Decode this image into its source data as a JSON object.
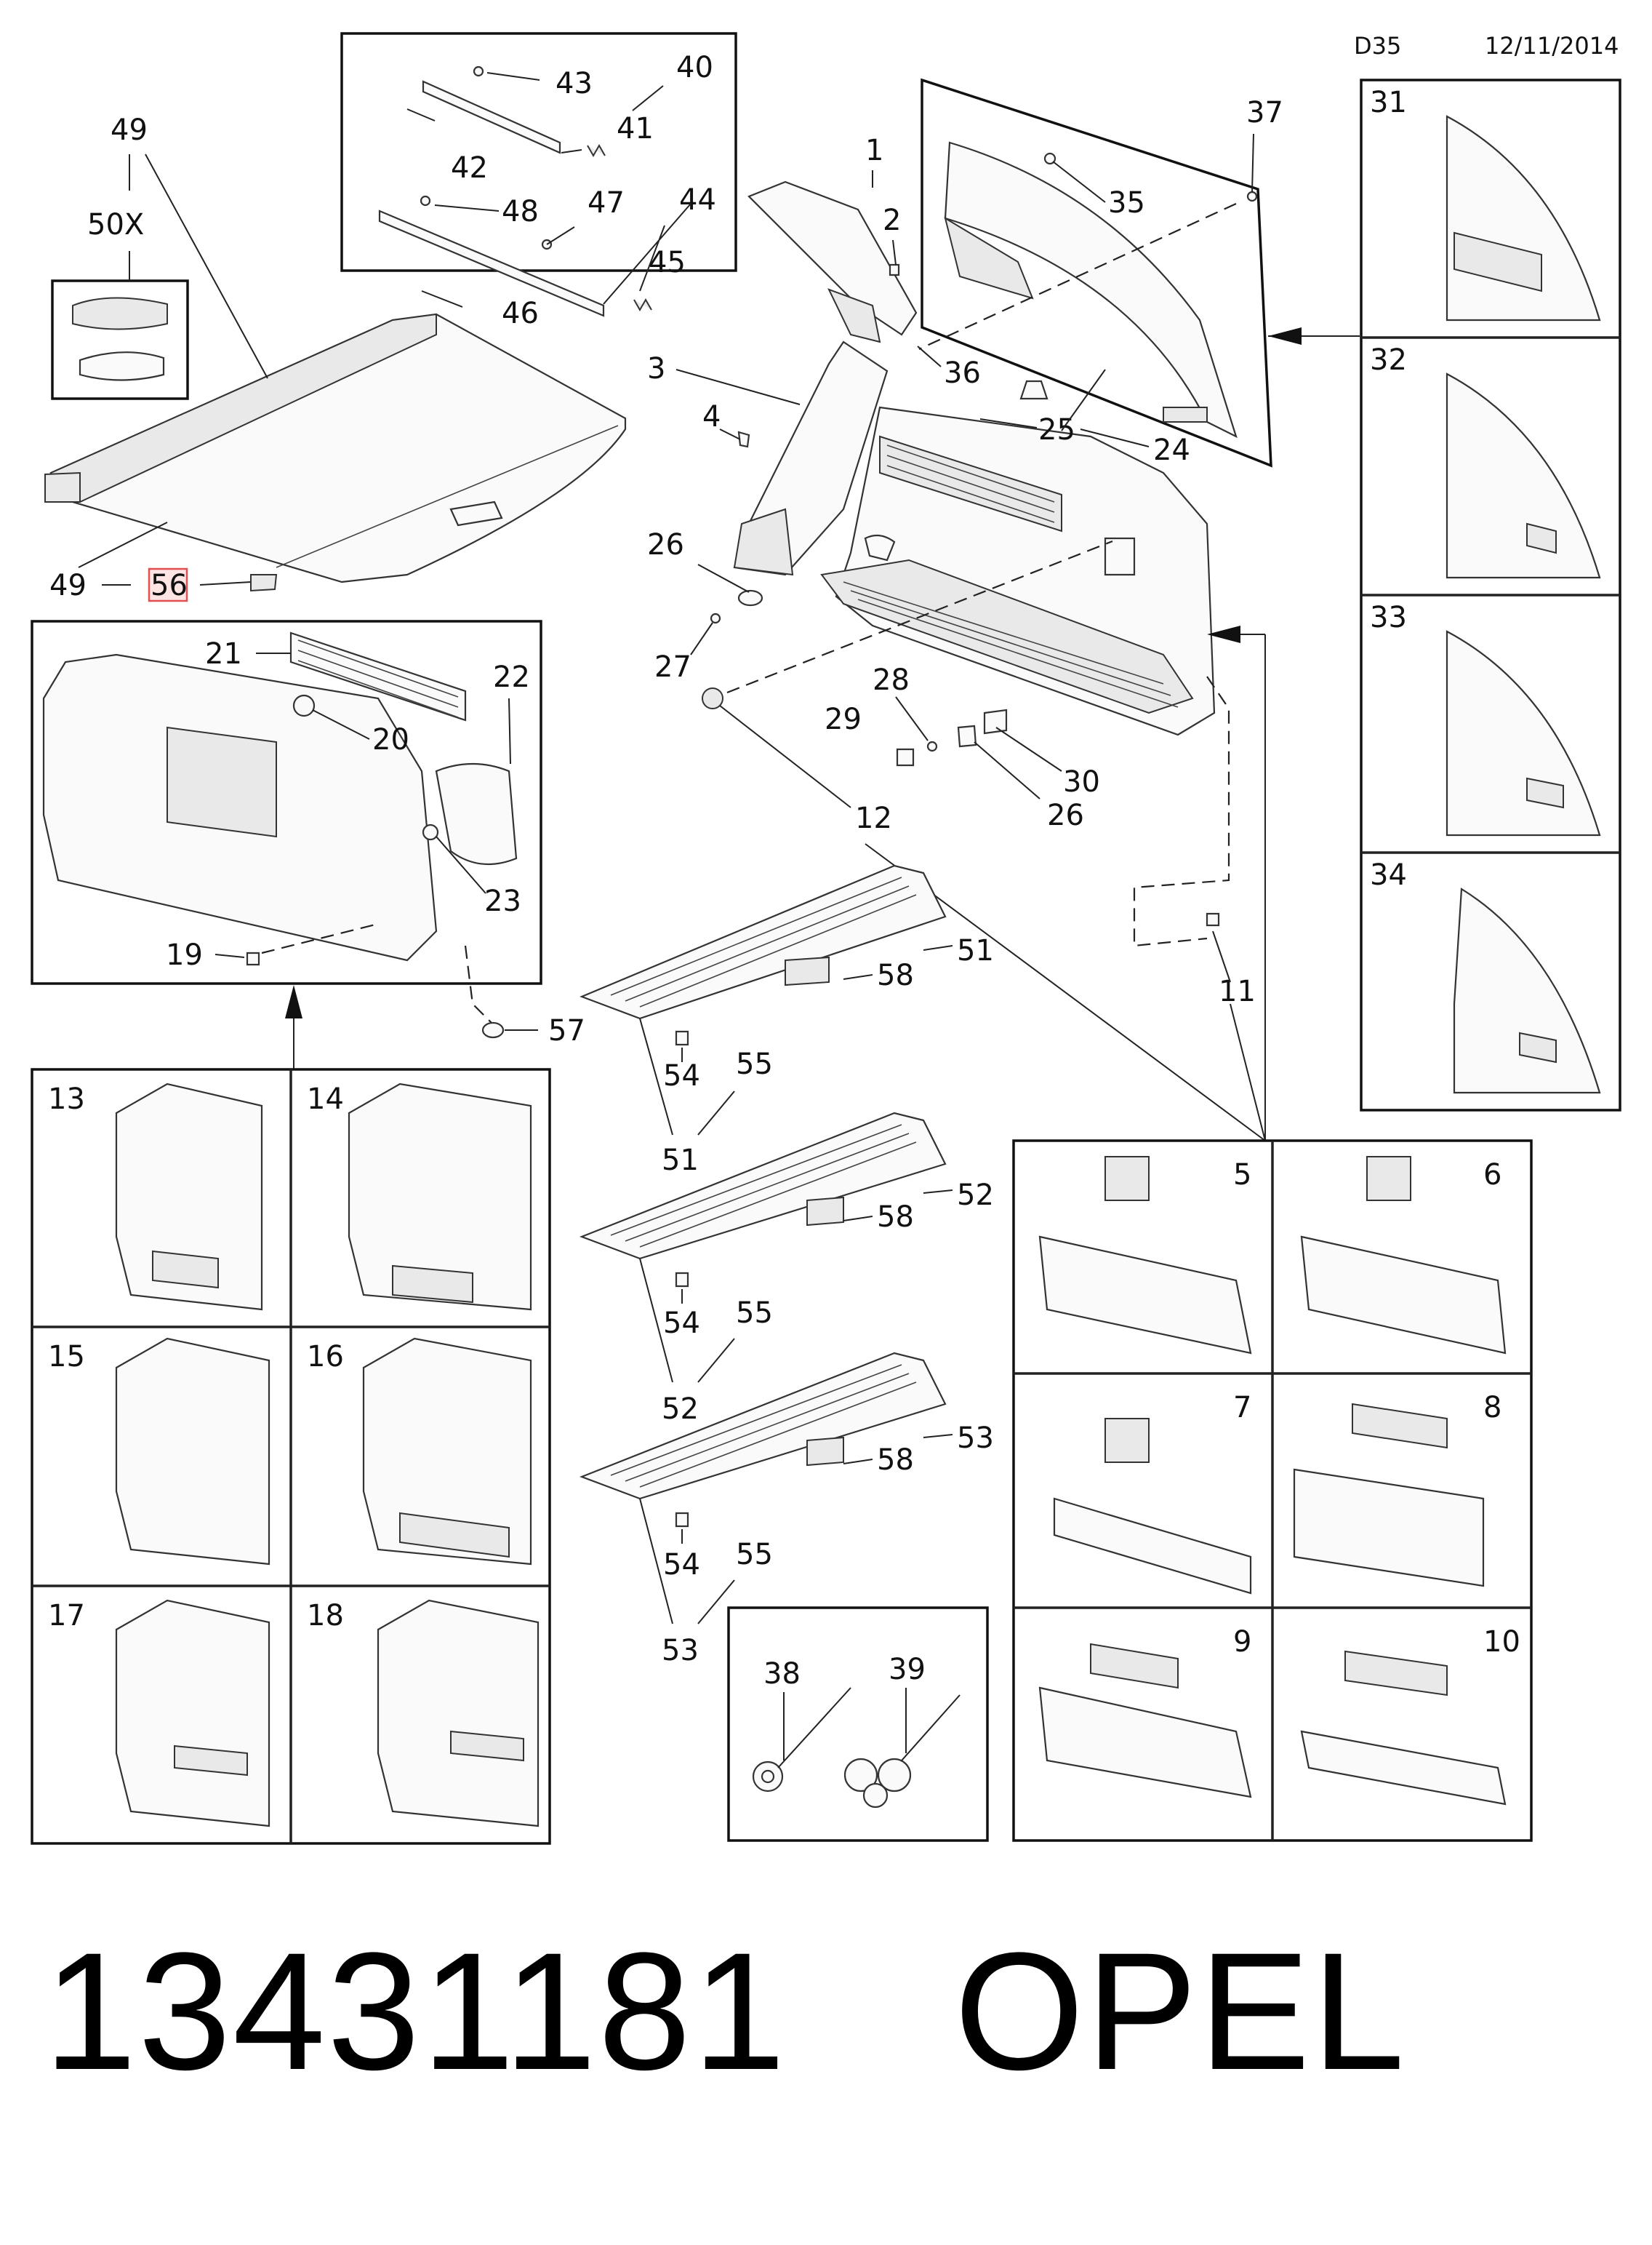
{
  "header": {
    "code": "D35",
    "date": "12/11/2014"
  },
  "footer": {
    "part_number": "13431181",
    "brand": "OPEL"
  },
  "callouts": {
    "c1": "1",
    "c2": "2",
    "c3": "3",
    "c4": "4",
    "c11": "11",
    "c12": "12",
    "c19": "19",
    "c20": "20",
    "c21": "21",
    "c22": "22",
    "c23": "23",
    "c24": "24",
    "c25": "25",
    "c26a": "26",
    "c26b": "26",
    "c27": "27",
    "c28": "28",
    "c29": "29",
    "c30": "30",
    "c35": "35",
    "c36": "36",
    "c37": "37",
    "c38": "38",
    "c39": "39",
    "c40": "40",
    "c41": "41",
    "c42": "42",
    "c43": "43",
    "c44": "44",
    "c45": "45",
    "c46": "46",
    "c47": "47",
    "c48": "48",
    "c49a": "49",
    "c49b": "49",
    "c50x": "50X",
    "c51a": "51",
    "c51b": "51",
    "c52a": "52",
    "c52b": "52",
    "c53a": "53",
    "c53b": "53",
    "c54a": "54",
    "c54b": "54",
    "c54c": "54",
    "c55a": "55",
    "c55b": "55",
    "c55c": "55",
    "c56": "56",
    "c57": "57",
    "c58a": "58",
    "c58b": "58",
    "c58c": "58"
  },
  "variants_right": [
    "31",
    "32",
    "33",
    "34"
  ],
  "variants_left": [
    "13",
    "14",
    "15",
    "16",
    "17",
    "18"
  ],
  "variants_bottom": [
    "5",
    "6",
    "7",
    "8",
    "9",
    "10"
  ],
  "highlight_color": "#e05050"
}
